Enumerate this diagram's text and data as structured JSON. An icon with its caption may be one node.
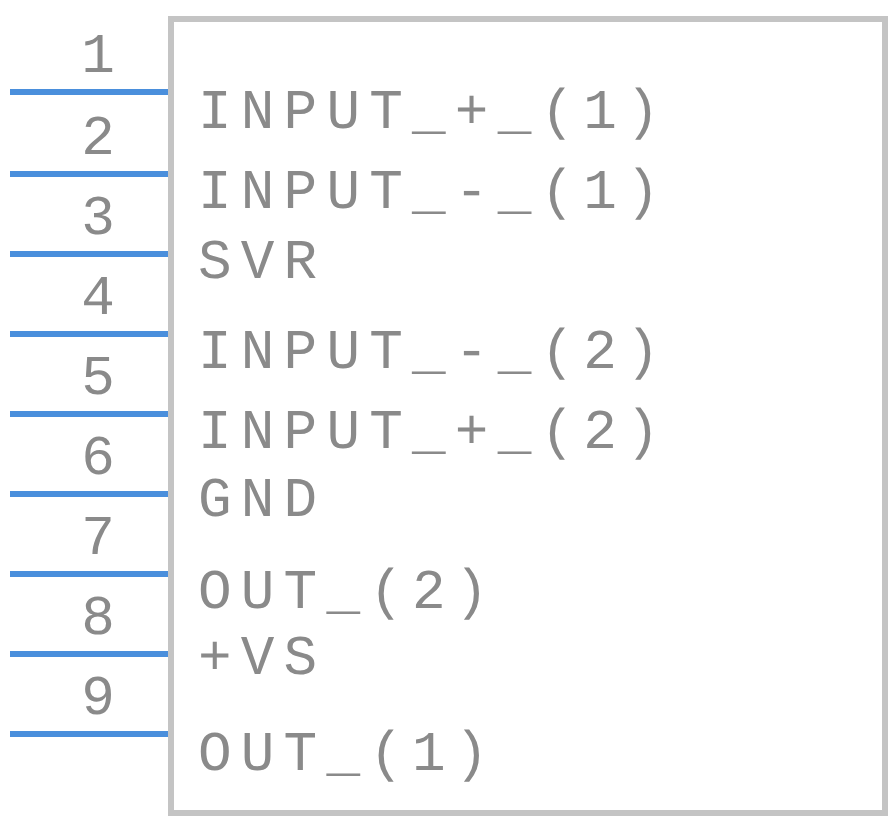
{
  "diagram": {
    "nodes": [
      {
        "text": [],
        "shape": "box"
      },
      {
        "text": [
          "INPUT_+_(1)"
        ],
        "in": 0
      },
      {
        "text": [
          "INPUT_-_(1)"
        ],
        "in": 0
      },
      {
        "text": [
          "SVR"
        ],
        "in": 0
      },
      {
        "text": [
          "INPUT_-_(2)"
        ],
        "in": 0
      },
      {
        "text": [
          "INPUT_+_(2)"
        ],
        "in": 0
      },
      {
        "text": [
          "GND"
        ],
        "in": 0
      },
      {
        "text": [
          "OUT_(2)"
        ],
        "in": 0
      },
      {
        "text": [
          "+VS"
        ],
        "in": 0
      },
      {
        "text": [
          "OUT_(1)"
        ],
        "in": 0
      }
    ],
    "edges": [
      {
        "from": null,
        "to": 1,
        "arrow": "none"
      },
      {
        "from": null,
        "to": 2,
        "arrow": "none"
      },
      {
        "from": null,
        "to": 3,
        "arrow": "none"
      },
      {
        "from": null,
        "to": 4,
        "arrow": "none"
      },
      {
        "from": null,
        "to": 5,
        "arrow": "none"
      },
      {
        "from": null,
        "to": 6,
        "arrow": "none"
      },
      {
        "from": null,
        "to": 7,
        "arrow": "none"
      },
      {
        "from": null,
        "to": 8,
        "arrow": "none"
      },
      {
        "from": null,
        "to": 9,
        "arrow": "none"
      }
    ],
    "labels": [
      "1",
      "2",
      "3",
      "4",
      "5",
      "6",
      "7",
      "8",
      "9"
    ]
  }
}
